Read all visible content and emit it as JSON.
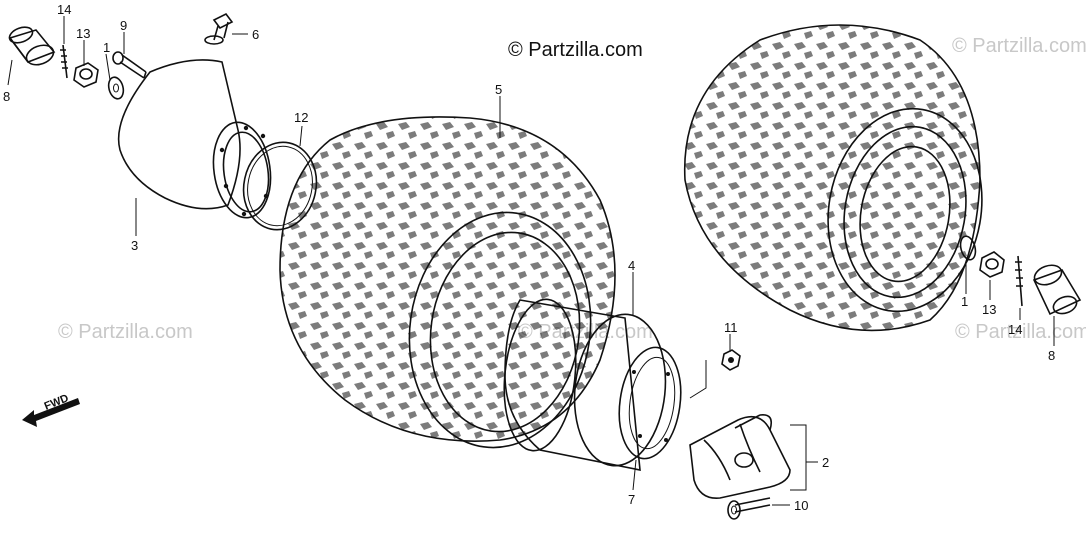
{
  "watermarks": {
    "main": "© Partzilla.com",
    "faded": "© Partzilla.com"
  },
  "fwd_label": "FWD",
  "callouts": {
    "c1_left": "1",
    "c1_right": "1",
    "c2": "2",
    "c3": "3",
    "c4": "4",
    "c5": "5",
    "c6": "6",
    "c7": "7",
    "c8_left": "8",
    "c8_right": "8",
    "c9": "9",
    "c10": "10",
    "c11": "11",
    "c12": "12",
    "c13_left": "13",
    "c13_right": "13",
    "c14_left": "14",
    "c14_right": "14"
  }
}
